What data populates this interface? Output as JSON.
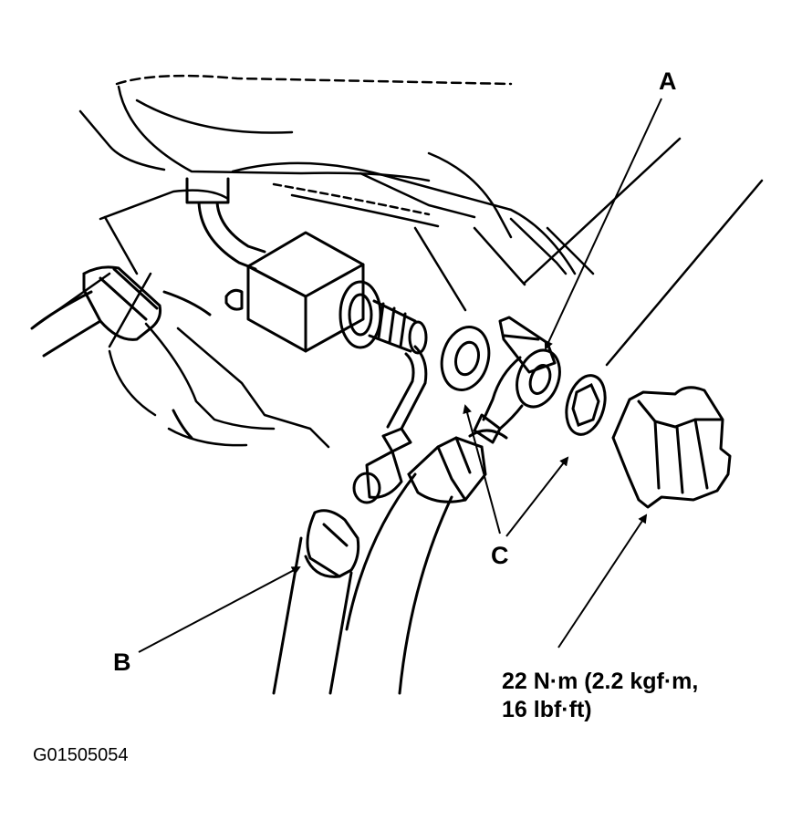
{
  "figure": {
    "id": "G01505054",
    "callouts": {
      "a": "A",
      "b": "B",
      "c": "C"
    },
    "torque": {
      "line1": "22 N·m (2.2 kgf·m,",
      "line2": "16 lbf·ft)"
    },
    "ink_color": "#000000",
    "background_color": "#ffffff"
  }
}
